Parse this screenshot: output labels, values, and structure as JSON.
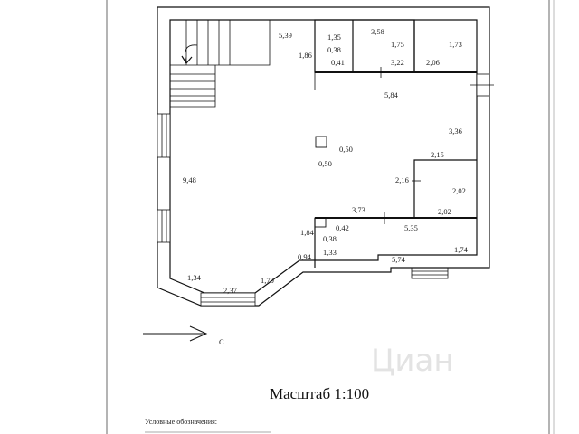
{
  "dimensions": {
    "d_5_39": "5,39",
    "d_1_35": "1,35",
    "d_0_38_top": "0,38",
    "d_3_58": "3,58",
    "d_1_75": "1,75",
    "d_1_73": "1,73",
    "d_1_86_top": "1,86",
    "d_0_41": "0,41",
    "d_3_22": "3,22",
    "d_2_06": "2,06",
    "d_5_84": "5,84",
    "d_3_36": "3,36",
    "d_0_50_a": "0,50",
    "d_0_50_b": "0,50",
    "d_9_48": "9,48",
    "d_2_15": "2,15",
    "d_2_16": "2,16",
    "d_2_02_a": "2,02",
    "d_3_73": "3,73",
    "d_2_02_b": "2,02",
    "d_0_42": "0,42",
    "d_5_35": "5,35",
    "d_1_84": "1,84",
    "d_0_38_bottom": "0,38",
    "d_1_33": "1,33",
    "d_1_74": "1,74",
    "d_0_94": "0,94",
    "d_5_74": "5,74",
    "d_1_34": "1,34",
    "d_2_37": "2,37",
    "d_1_70": "1,70"
  },
  "north_label": "С",
  "scale_caption": "Масштаб 1:100",
  "legend_heading": "Условные обозначения:",
  "watermark": "Циан"
}
